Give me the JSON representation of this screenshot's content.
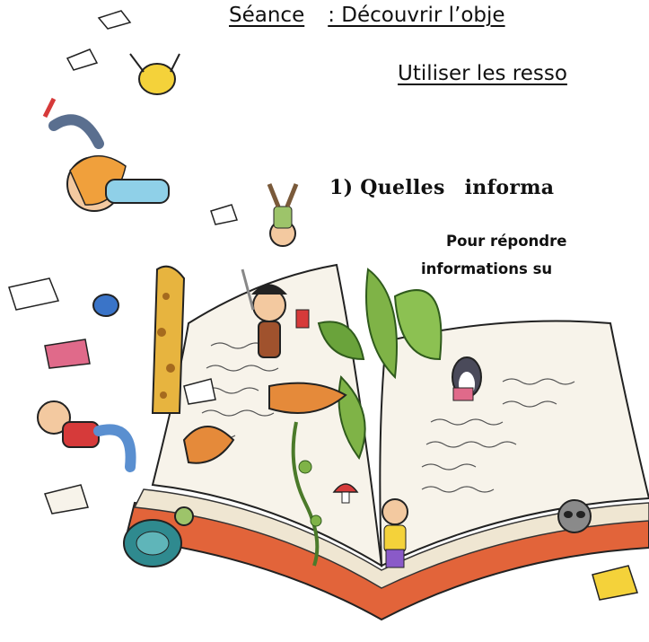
{
  "header": {
    "title_prefix": "Séance",
    "title_main": ": Découvrir l’obje",
    "subtitle": "Utiliser les resso"
  },
  "section": {
    "heading_number": "1) Quelles",
    "heading_word": "informa"
  },
  "body": {
    "line1": "Pour répondre",
    "line2": "informations su"
  },
  "colors": {
    "book_page": "#f7f3ea",
    "book_cover": "#e2643a",
    "leaf": "#7fb347",
    "turtle": "#2f8a8f",
    "giraffe": "#e7b43f",
    "ink": "#222222"
  },
  "icons": {
    "main": "open-storybook-illustration",
    "decor": [
      "flying-book-icon",
      "bird-icon",
      "child-icon",
      "giraffe-icon",
      "turtle-icon",
      "fox-icon",
      "mushroom-icon",
      "raccoon-icon",
      "penguin-icon"
    ]
  }
}
